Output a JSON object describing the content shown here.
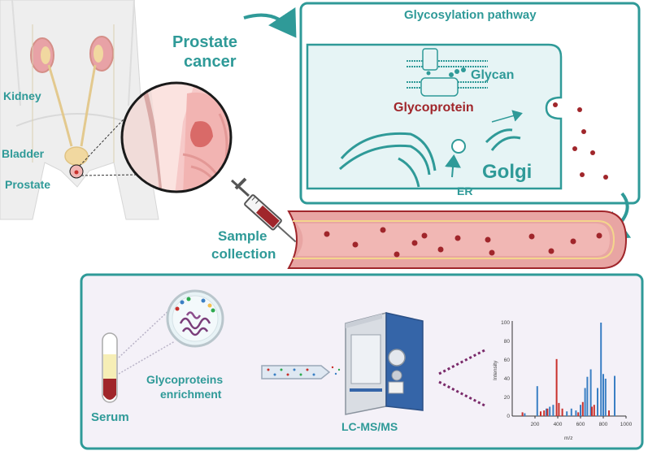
{
  "labels": {
    "kidney": "Kidney",
    "bladder": "Bladder",
    "prostate": "Prostate",
    "prostate_cancer_1": "Prostate",
    "prostate_cancer_2": "cancer",
    "pathway_title": "Glycosylation pathway",
    "glycan": "Glycan",
    "glycoprotein": "Glycoprotein",
    "golgi": "Golgi",
    "er": "ER",
    "sample_1": "Sample",
    "sample_2": "collection",
    "serum": "Serum",
    "enrich_1": "Glycoproteins",
    "enrich_2": "enrichment",
    "lcms": "LC-MS/MS"
  },
  "colors": {
    "teal": "#2f9a98",
    "teal_light": "#e6f4f5",
    "blood": "#a0262b",
    "vessel": "#e8a5a3",
    "panel_bottom": "#f4f1f8"
  },
  "chart_data": {
    "type": "bar",
    "xlabel": "m/z",
    "ylabel": "Intensity",
    "xlim": [
      0,
      1000
    ],
    "ylim": [
      0,
      100
    ],
    "xticks": [
      "200",
      "400",
      "600",
      "800",
      "1000"
    ],
    "yticks": [
      "0",
      "20",
      "40",
      "60",
      "80",
      "100"
    ],
    "series": [
      {
        "color": "#3a7fc4",
        "x": [
          110,
          220,
          300,
          330,
          360,
          480,
          520,
          560,
          600,
          640,
          660,
          690,
          750,
          780,
          800,
          820,
          900
        ],
        "values": [
          3,
          32,
          8,
          10,
          12,
          5,
          8,
          6,
          12,
          30,
          42,
          50,
          30,
          100,
          45,
          40,
          43
        ]
      },
      {
        "color": "#c9302c",
        "x": [
          90,
          250,
          280,
          310,
          390,
          410,
          440,
          580,
          620,
          700,
          720,
          850
        ],
        "values": [
          4,
          5,
          6,
          8,
          61,
          14,
          8,
          4,
          15,
          10,
          12,
          6
        ]
      }
    ]
  }
}
